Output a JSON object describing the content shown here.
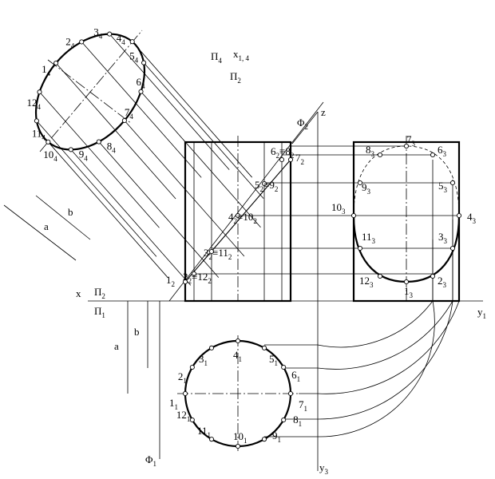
{
  "axes": {
    "x": "x",
    "z": "z",
    "y1": "y",
    "y1_sub": "1",
    "y3": "y",
    "y3_sub": "3",
    "x14": "x",
    "x14_sub": "1, 4"
  },
  "planes": {
    "pi2": "Π",
    "pi2_sub": "2",
    "pi1": "Π",
    "pi1_sub": "1",
    "pi4": "Π",
    "pi4_sub": "4",
    "pi2b": "Π",
    "pi2b_sub": "2",
    "phi2": "Φ",
    "phi2_sub": "2",
    "phi1": "Φ",
    "phi1_sub": "1"
  },
  "dims": {
    "a": "a",
    "b": "b"
  },
  "labels_view4": [
    {
      "t": "1",
      "s": "4"
    },
    {
      "t": "2",
      "s": "4"
    },
    {
      "t": "3",
      "s": "4"
    },
    {
      "t": "4",
      "s": "4"
    },
    {
      "t": "5",
      "s": "4"
    },
    {
      "t": "6",
      "s": "4"
    },
    {
      "t": "7",
      "s": "4"
    },
    {
      "t": "8",
      "s": "4"
    },
    {
      "t": "9",
      "s": "4"
    },
    {
      "t": "10",
      "s": "4"
    },
    {
      "t": "11",
      "s": "4"
    },
    {
      "t": "12",
      "s": "4"
    }
  ],
  "labels_view2": [
    {
      "t": "1",
      "s": "2"
    },
    {
      "t": "2",
      "s": "2",
      "eq": "≡12",
      "eqs": "2"
    },
    {
      "t": "3",
      "s": "2",
      "eq": "≡11",
      "eqs": "2"
    },
    {
      "t": "4",
      "s": "2",
      "eq": "≡10",
      "eqs": "2"
    },
    {
      "t": "5",
      "s": "2",
      "eq": "≡9",
      "eqs": "2"
    },
    {
      "t": "6",
      "s": "2",
      "eq": "≡8",
      "eqs": "2"
    },
    {
      "t": "7",
      "s": "2"
    }
  ],
  "labels_view3": [
    {
      "t": "1",
      "s": "3"
    },
    {
      "t": "2",
      "s": "3"
    },
    {
      "t": "3",
      "s": "3"
    },
    {
      "t": "4",
      "s": "3"
    },
    {
      "t": "5",
      "s": "3"
    },
    {
      "t": "6",
      "s": "3"
    },
    {
      "t": "7",
      "s": "3"
    },
    {
      "t": "8",
      "s": "3"
    },
    {
      "t": "9",
      "s": "3"
    },
    {
      "t": "10",
      "s": "3"
    },
    {
      "t": "11",
      "s": "3"
    },
    {
      "t": "12",
      "s": "3"
    }
  ],
  "labels_view1": [
    {
      "t": "1",
      "s": "1"
    },
    {
      "t": "2",
      "s": "1"
    },
    {
      "t": "3",
      "s": "1"
    },
    {
      "t": "4",
      "s": "1"
    },
    {
      "t": "5",
      "s": "1"
    },
    {
      "t": "6",
      "s": "1"
    },
    {
      "t": "7",
      "s": "1"
    },
    {
      "t": "8",
      "s": "1"
    },
    {
      "t": "9",
      "s": "1"
    },
    {
      "t": "10",
      "s": "1"
    },
    {
      "t": "11",
      "s": "1"
    },
    {
      "t": "12",
      "s": "1"
    }
  ]
}
